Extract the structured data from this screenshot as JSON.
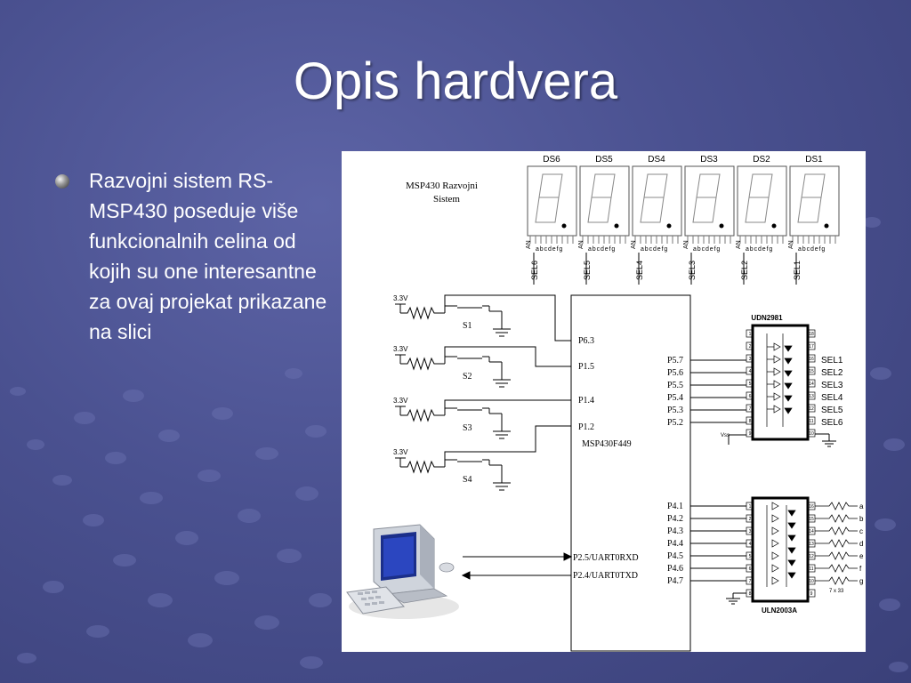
{
  "slide": {
    "title": "Opis hardvera",
    "bullet": "Razvojni sistem RS-MSP430 poseduje više funkcionalnih celina od kojih su one interesantne za ovaj projekat prikazane na slici"
  },
  "diagram": {
    "system_label_1": "MSP430 Razvojni",
    "system_label_2": "Sistem",
    "displays": [
      "DS6",
      "DS5",
      "DS4",
      "DS3",
      "DS2",
      "DS1"
    ],
    "segment_pins": "abcdefg",
    "anode_label": "AN",
    "selects": [
      "SEL6",
      "SEL5",
      "SEL4",
      "SEL3",
      "SEL2",
      "SEL1"
    ],
    "switches": [
      {
        "supply": "3.3V",
        "name": "S1",
        "port": "P6.3"
      },
      {
        "supply": "3.3V",
        "name": "S2",
        "port": "P1.5"
      },
      {
        "supply": "3.3V",
        "name": "S3",
        "port": "P1.4"
      },
      {
        "supply": "3.3V",
        "name": "S4",
        "port": "P1.2"
      }
    ],
    "mcu_name": "MSP430F449",
    "udn": {
      "name": "UDN2981",
      "ports": [
        "P5.7",
        "P5.6",
        "P5.5",
        "P5.4",
        "P5.3",
        "P5.2"
      ],
      "outputs": [
        "SEL1",
        "SEL2",
        "SEL3",
        "SEL4",
        "SEL5",
        "SEL6"
      ],
      "vss": "Vss",
      "left_pins": [
        "1",
        "2",
        "3",
        "4",
        "5",
        "6",
        "7",
        "8",
        "9"
      ],
      "right_pins": [
        "18",
        "17",
        "16",
        "15",
        "14",
        "13",
        "12",
        "11",
        "10"
      ]
    },
    "uln": {
      "name": "ULN2003A",
      "ports": [
        "P4.1",
        "P4.2",
        "P4.3",
        "P4.4",
        "P4.5",
        "P4.6",
        "P4.7"
      ],
      "segments": [
        "a",
        "b",
        "c",
        "d",
        "e",
        "f",
        "g"
      ],
      "resistor_note": "7 x 33",
      "left_pins": [
        "1",
        "2",
        "3",
        "4",
        "5",
        "6",
        "7",
        "8"
      ],
      "right_pins": [
        "16",
        "15",
        "14",
        "13",
        "12",
        "11",
        "10",
        "9"
      ]
    },
    "uart": [
      "P2.5/UART0RXD",
      "P2.4/UART0TXD"
    ]
  }
}
